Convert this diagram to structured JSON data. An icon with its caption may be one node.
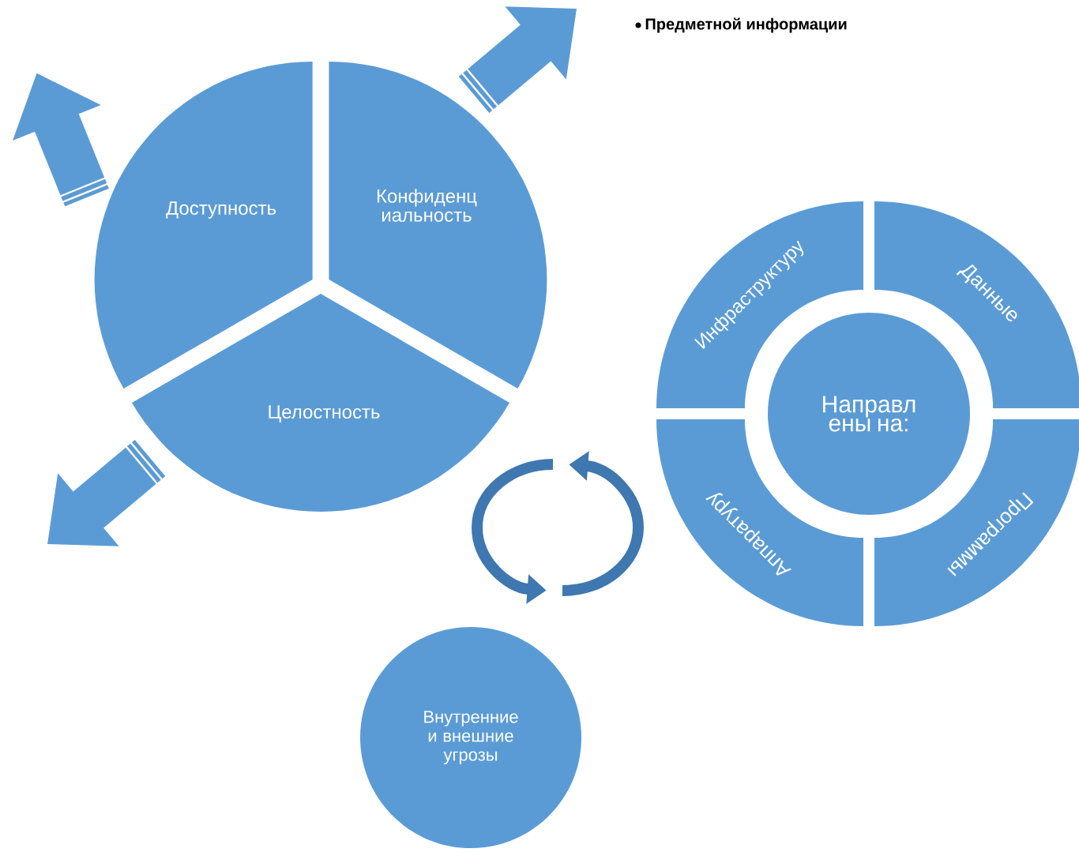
{
  "diagram": {
    "nodes": [
      {
        "text": [
          "Доступность"
        ]
      },
      {
        "text": [
          "Конфиденц иальность"
        ]
      },
      {
        "text": [
          "Целостность"
        ]
      },
      {
        "text": [
          "Направл ены на:"
        ]
      },
      {
        "text": [
          "Инфраструктуру"
        ]
      },
      {
        "text": [
          "Данные"
        ]
      },
      {
        "text": [
          "Программы"
        ]
      },
      {
        "text": [
          "Аппаратуру"
        ]
      },
      {
        "text": [
          "Внутренние и внешние угрозы"
        ]
      }
    ],
    "edges": [
      {
        "from": 1,
        "to": null,
        "arrow": "to"
      },
      {
        "from": 0,
        "to": null,
        "arrow": "to"
      },
      {
        "from": 2,
        "to": null,
        "arrow": "to"
      }
    ],
    "labels": [
      "Предметной информации"
    ]
  }
}
